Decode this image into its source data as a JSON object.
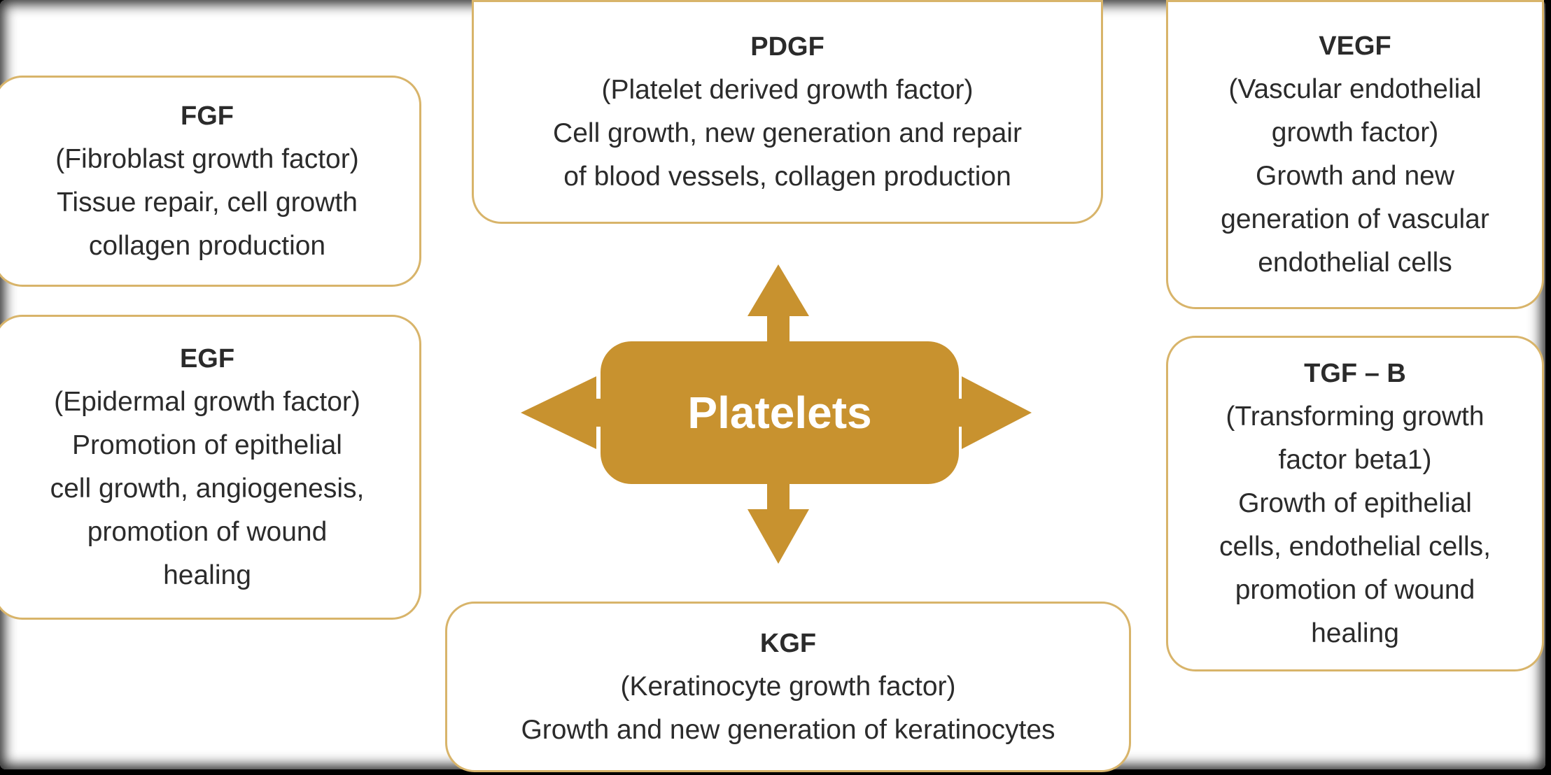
{
  "center": {
    "label": "Platelets"
  },
  "colors": {
    "accent": "#c8922f",
    "box_border": "#d8b46a",
    "text": "#2b2b2b"
  },
  "boxes": {
    "fgf": {
      "title": "FGF",
      "lines": [
        "(Fibroblast growth factor)",
        "Tissue repair, cell growth",
        "collagen production"
      ]
    },
    "egf": {
      "title": "EGF",
      "lines": [
        "(Epidermal growth factor)",
        "Promotion of epithelial",
        "cell growth, angiogenesis,",
        "promotion of wound",
        "healing"
      ]
    },
    "pdgf": {
      "title": "PDGF",
      "lines": [
        "(Platelet derived growth factor)",
        "Cell growth, new generation and repair",
        "of blood vessels, collagen production"
      ]
    },
    "vegf": {
      "title": "VEGF",
      "lines": [
        "(Vascular endothelial",
        "growth factor)",
        "Growth and new",
        "generation of vascular",
        "endothelial cells"
      ]
    },
    "tgf": {
      "title": "TGF – B",
      "lines": [
        "(Transforming growth",
        "factor beta1)",
        "Growth of epithelial",
        "cells, endothelial cells,",
        "promotion of wound",
        "healing"
      ]
    },
    "kgf": {
      "title": "KGF",
      "lines": [
        "(Keratinocyte growth factor)",
        "Growth and new generation of keratinocytes"
      ]
    }
  }
}
